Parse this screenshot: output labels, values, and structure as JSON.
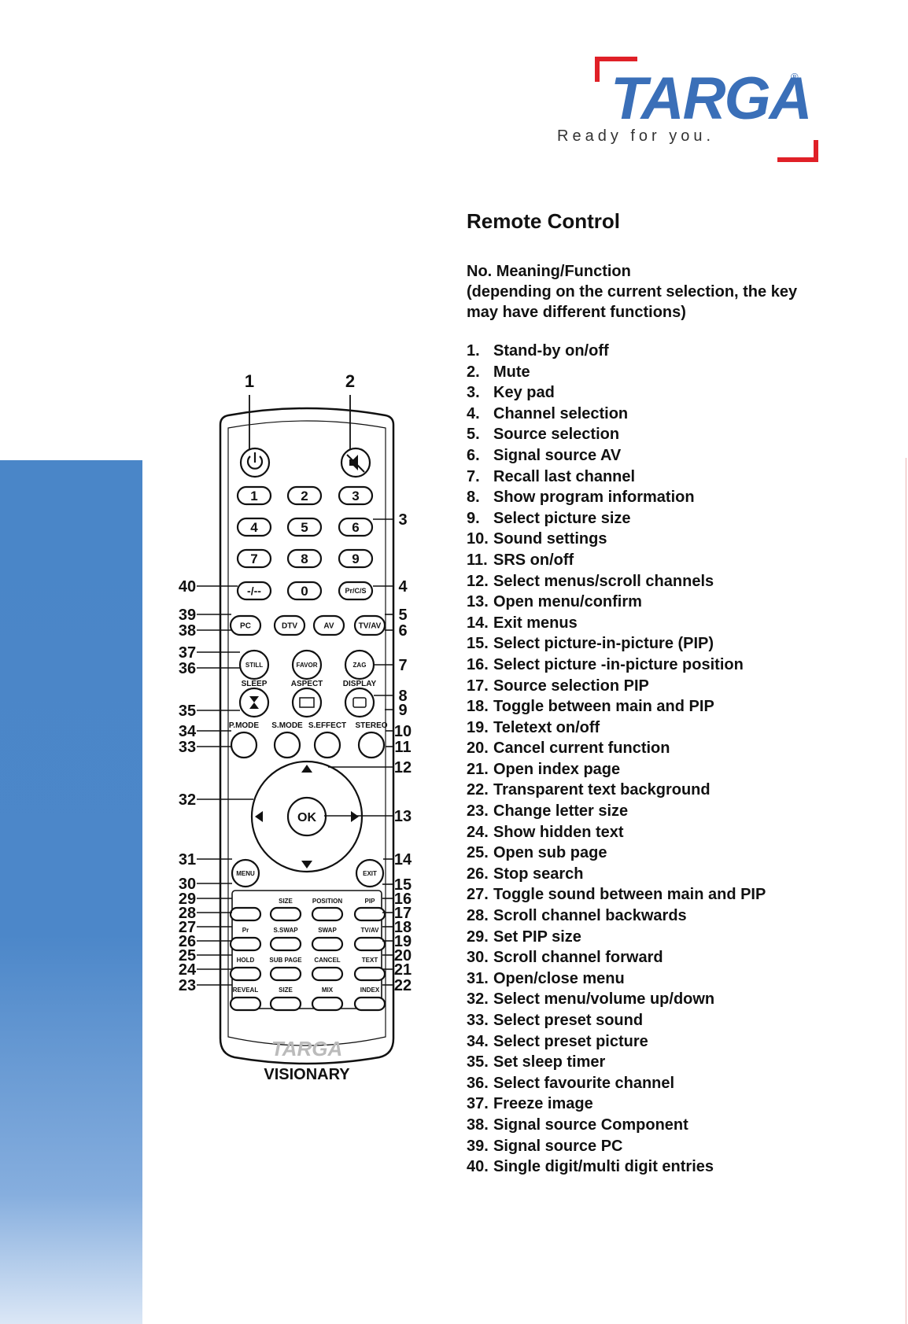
{
  "brand": {
    "name": "TARGA",
    "registered": "®",
    "tagline": "Ready for you."
  },
  "page_title": "Remote Control",
  "intro_lines": [
    "No. Meaning/Function",
    "(depending on the current selection, the key",
    "may have different functions)"
  ],
  "functions": [
    {
      "no": "1.",
      "text": "Stand-by on/off"
    },
    {
      "no": "2.",
      "text": "Mute"
    },
    {
      "no": "3.",
      "text": "Key pad"
    },
    {
      "no": "4.",
      "text": "Channel selection"
    },
    {
      "no": "5.",
      "text": "Source selection"
    },
    {
      "no": "6.",
      "text": "Signal source AV"
    },
    {
      "no": "7.",
      "text": "Recall last channel"
    },
    {
      "no": "8.",
      "text": "Show program information"
    },
    {
      "no": "9.",
      "text": "Select picture size"
    },
    {
      "no": "10.",
      "text": "Sound settings"
    },
    {
      "no": "11.",
      "text": "SRS on/off"
    },
    {
      "no": "12.",
      "text": "Select menus/scroll channels"
    },
    {
      "no": "13.",
      "text": "Open menu/confirm"
    },
    {
      "no": "14.",
      "text": "Exit menus"
    },
    {
      "no": "15.",
      "text": "Select picture-in-picture (PIP)"
    },
    {
      "no": "16.",
      "text": "Select picture -in-picture position"
    },
    {
      "no": "17.",
      "text": "Source selection PIP"
    },
    {
      "no": "18.",
      "text": "Toggle between main and PIP"
    },
    {
      "no": "19.",
      "text": "Teletext on/off"
    },
    {
      "no": "20.",
      "text": "Cancel current function"
    },
    {
      "no": "21.",
      "text": "Open index page"
    },
    {
      "no": "22.",
      "text": "Transparent text background"
    },
    {
      "no": "23.",
      "text": "Change letter size"
    },
    {
      "no": "24.",
      "text": "Show hidden text"
    },
    {
      "no": "25.",
      "text": "Open sub page"
    },
    {
      "no": "26.",
      "text": "Stop search"
    },
    {
      "no": "27.",
      "text": "Toggle sound between main and PIP"
    },
    {
      "no": "28.",
      "text": "Scroll channel  backwards"
    },
    {
      "no": "29.",
      "text": "Set PIP size"
    },
    {
      "no": "30.",
      "text": "Scroll channel forward"
    },
    {
      "no": "31.",
      "text": "Open/close menu"
    },
    {
      "no": "32.",
      "text": "Select menu/volume up/down"
    },
    {
      "no": "33.",
      "text": "Select preset sound"
    },
    {
      "no": "34.",
      "text": "Select preset picture"
    },
    {
      "no": "35.",
      "text": "Set sleep timer"
    },
    {
      "no": "36.",
      "text": "Select favourite channel"
    },
    {
      "no": "37.",
      "text": "Freeze image"
    },
    {
      "no": "38.",
      "text": "Signal source Component"
    },
    {
      "no": "39.",
      "text": "Signal source PC"
    },
    {
      "no": "40.",
      "text": "Single digit/multi digit entries"
    }
  ],
  "remote": {
    "callouts": [
      "1",
      "2",
      "3",
      "4",
      "5",
      "6",
      "7",
      "8",
      "9",
      "10",
      "11",
      "12",
      "13",
      "14",
      "15",
      "16",
      "17",
      "18",
      "19",
      "20",
      "21",
      "22",
      "23",
      "24",
      "25",
      "26",
      "27",
      "28",
      "29",
      "30",
      "31",
      "32",
      "33",
      "34",
      "35",
      "36",
      "37",
      "38",
      "39",
      "40"
    ],
    "digit_keys": [
      "1",
      "2",
      "3",
      "4",
      "5",
      "6",
      "7",
      "8",
      "9"
    ],
    "dash_key": "-/--",
    "zero_key": "0",
    "prcs_key": "Pr/C/S",
    "source_keys": [
      "PC",
      "DTV",
      "AV",
      "TV/AV"
    ],
    "still": "STILL",
    "favor": "FAVOR",
    "zag": "ZAG",
    "sleep": "SLEEP",
    "aspect": "ASPECT",
    "display": "DISPLAY",
    "pmode": "P.MODE",
    "smode": "S.MODE",
    "seffect": "S.EFFECT",
    "stereo": "STEREO",
    "ok": "OK",
    "menu": "MENU",
    "exit": "EXIT",
    "pip_labels_1": [
      "SIZE",
      "POSITION",
      "PIP"
    ],
    "pip_labels_2": [
      "Pr",
      "S.SWAP",
      "SWAP",
      "TV/AV"
    ],
    "txt_labels_1": [
      "HOLD",
      "SUB PAGE",
      "CANCEL",
      "TEXT"
    ],
    "txt_labels_2": [
      "REVEAL",
      "SIZE",
      "MIX",
      "INDEX"
    ],
    "brand_top": "TARGA",
    "brand_bottom": "VISIONARY"
  },
  "colors": {
    "blue_band": "#4c87c9",
    "logo_blue": "#3a6fb8",
    "logo_red": "#e02027"
  }
}
